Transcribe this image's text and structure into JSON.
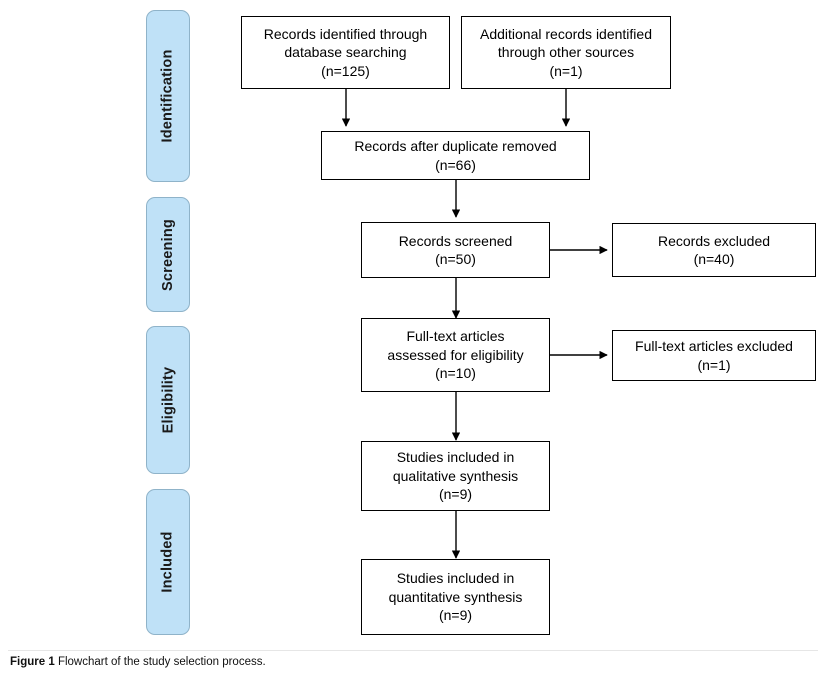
{
  "figure": {
    "caption_label": "Figure 1",
    "caption_text": "Flowchart of the study selection process.",
    "colors": {
      "stage_fill": "#bfe1f7",
      "stage_border": "#8fb3c9",
      "box_border": "#000000",
      "connector": "#000000",
      "background": "#ffffff"
    }
  },
  "stages": [
    {
      "label": "Identification"
    },
    {
      "label": "Screening"
    },
    {
      "label": "Eligibility"
    },
    {
      "label": "Included"
    }
  ],
  "boxes": {
    "records_database": "Records identified through\ndatabase searching\n(n=125)",
    "records_other": "Additional records identified\nthrough other sources\n(n=1)",
    "after_duplicates": "Records after duplicate removed\n(n=66)",
    "records_screened": "Records screened\n(n=50)",
    "records_excluded": "Records excluded\n(n=40)",
    "fulltext_assessed": "Full-text articles\nassessed for eligibility\n(n=10)",
    "fulltext_excluded": "Full-text articles excluded\n(n=1)",
    "qualitative": "Studies included in\nqualitative synthesis\n(n=9)",
    "quantitative": "Studies included in\nquantitative synthesis\n(n=9)"
  },
  "chart_data": {
    "type": "diagram",
    "title": "Flowchart of the study selection process.",
    "nodes": [
      {
        "id": "records_database",
        "stage": "Identification",
        "label": "Records identified through database searching",
        "n": 125
      },
      {
        "id": "records_other",
        "stage": "Identification",
        "label": "Additional records identified through other sources",
        "n": 1
      },
      {
        "id": "after_duplicates",
        "stage": "Identification",
        "label": "Records after duplicate removed",
        "n": 66
      },
      {
        "id": "records_screened",
        "stage": "Screening",
        "label": "Records screened",
        "n": 50
      },
      {
        "id": "records_excluded",
        "stage": "Screening",
        "label": "Records excluded",
        "n": 40
      },
      {
        "id": "fulltext_assessed",
        "stage": "Eligibility",
        "label": "Full-text articles assessed for eligibility",
        "n": 10
      },
      {
        "id": "fulltext_excluded",
        "stage": "Eligibility",
        "label": "Full-text articles excluded",
        "n": 1
      },
      {
        "id": "qualitative",
        "stage": "Included",
        "label": "Studies included in qualitative synthesis",
        "n": 9
      },
      {
        "id": "quantitative",
        "stage": "Included",
        "label": "Studies included in quantitative synthesis",
        "n": 9
      }
    ],
    "edges": [
      {
        "from": "records_database",
        "to": "after_duplicates",
        "direction": "down"
      },
      {
        "from": "records_other",
        "to": "after_duplicates",
        "direction": "down"
      },
      {
        "from": "after_duplicates",
        "to": "records_screened",
        "direction": "down"
      },
      {
        "from": "records_screened",
        "to": "records_excluded",
        "direction": "right"
      },
      {
        "from": "records_screened",
        "to": "fulltext_assessed",
        "direction": "down"
      },
      {
        "from": "fulltext_assessed",
        "to": "fulltext_excluded",
        "direction": "right"
      },
      {
        "from": "fulltext_assessed",
        "to": "qualitative",
        "direction": "down"
      },
      {
        "from": "qualitative",
        "to": "quantitative",
        "direction": "down"
      }
    ]
  }
}
